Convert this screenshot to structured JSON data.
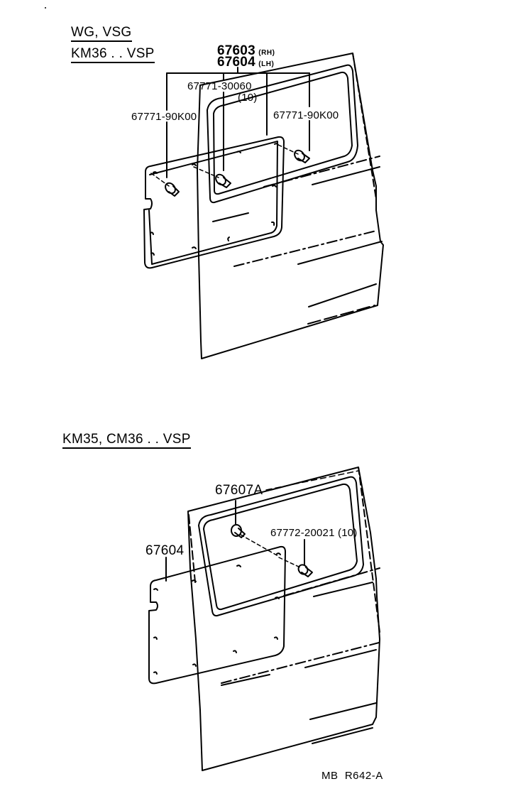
{
  "diagram": {
    "type": "parts-exploded-view",
    "reference_code": "MB  R642-A",
    "sections": [
      {
        "id": "upper",
        "header_lines": [
          "WG, VSG",
          "KM36 . . VSP"
        ],
        "parts": {
          "board_rh": {
            "number": "67603",
            "suffix": "(RH)"
          },
          "board_lh": {
            "number": "67604",
            "suffix": "(LH)"
          },
          "clip_center": {
            "number": "67771-30060",
            "qty": "(10)"
          },
          "clip_left": {
            "number": "67771-90K00"
          },
          "clip_right": {
            "number": "67771-90K00"
          }
        }
      },
      {
        "id": "lower",
        "header_lines": [
          "KM35, CM36 . . VSP"
        ],
        "parts": {
          "board": {
            "number": "67604"
          },
          "cover": {
            "number": "67607A"
          },
          "clip": {
            "number": "67772-20021",
            "qty": "(10)"
          }
        }
      }
    ]
  }
}
